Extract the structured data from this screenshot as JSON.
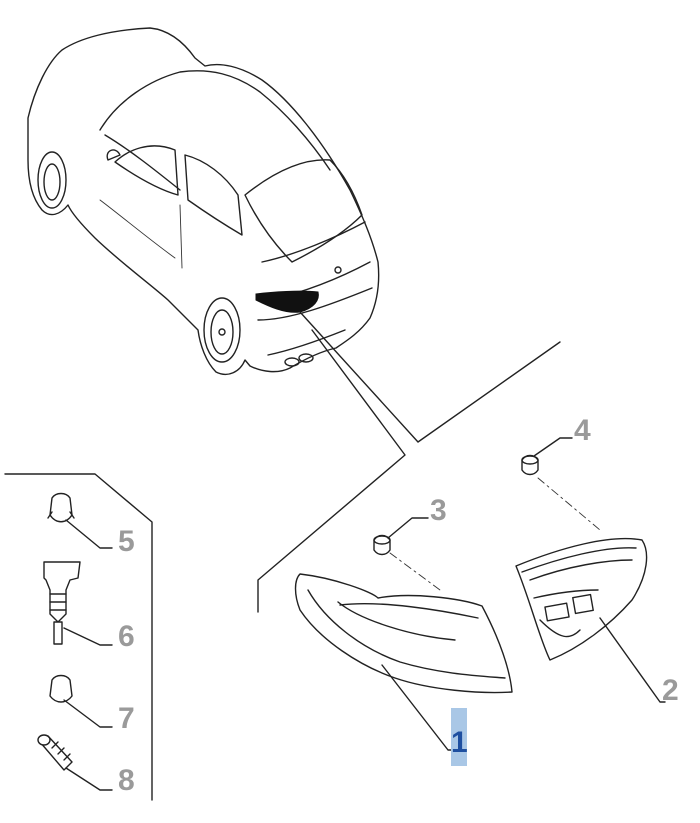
{
  "diagram": {
    "callouts": [
      {
        "id": "1",
        "label": "1",
        "selected": true
      },
      {
        "id": "2",
        "label": "2",
        "selected": false
      },
      {
        "id": "3",
        "label": "3",
        "selected": false
      },
      {
        "id": "4",
        "label": "4",
        "selected": false
      },
      {
        "id": "5",
        "label": "5",
        "selected": false
      },
      {
        "id": "6",
        "label": "6",
        "selected": false
      },
      {
        "id": "7",
        "label": "7",
        "selected": false
      },
      {
        "id": "8",
        "label": "8",
        "selected": false
      }
    ],
    "colors": {
      "line": "#222222",
      "callout": "#9a9a9a",
      "selected_bg": "#a9c7e6",
      "selected_text": "#1e4fa0"
    }
  }
}
